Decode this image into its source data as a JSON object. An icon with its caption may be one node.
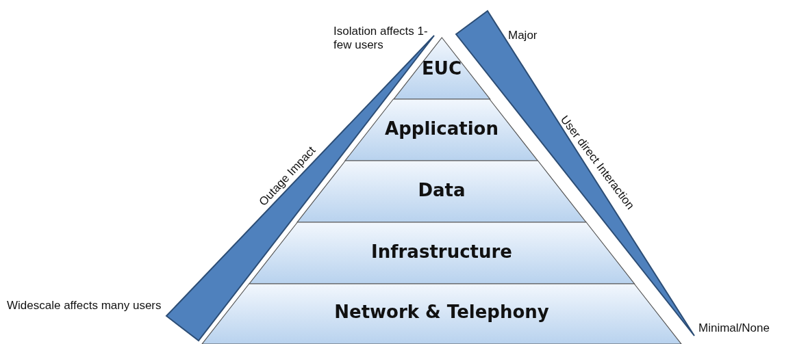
{
  "diagram": {
    "nodes": [
      {
        "text": [
          "EUC"
        ]
      },
      {
        "text": [
          "Application"
        ]
      },
      {
        "text": [
          "Data"
        ]
      },
      {
        "text": [
          "Infrastructure"
        ]
      },
      {
        "text": [
          "Network & Telephony"
        ]
      }
    ],
    "labels": [
      "Isolation affects 1-few users",
      "Major",
      "Outage Impact",
      "User direct Interaction",
      "Widescale affects many users",
      "Minimal/None"
    ]
  }
}
